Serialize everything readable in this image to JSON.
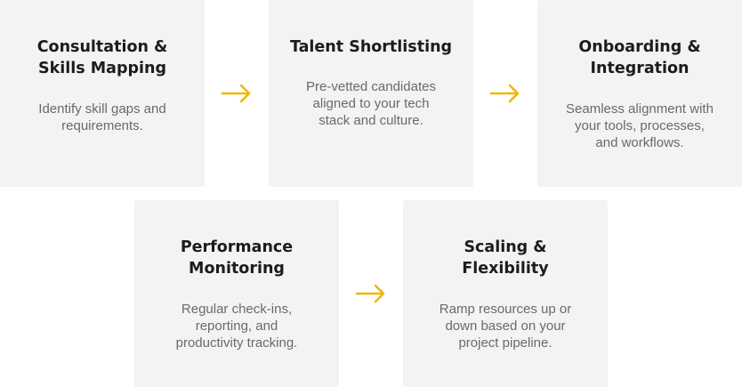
{
  "steps": [
    {
      "title": "Consultation &\nSkills Mapping",
      "description": "Identify skill gaps and\nrequirements."
    },
    {
      "title": "Talent Shortlisting",
      "description": "Pre-vetted candidates\naligned to your tech\nstack and culture."
    },
    {
      "title": "Onboarding &\nIntegration",
      "description": "Seamless alignment with\nyour tools, processes,\nand workflows."
    },
    {
      "title": "Performance\nMonitoring",
      "description": "Regular check-ins,\nreporting, and\nproductivity tracking."
    },
    {
      "title": "Scaling &\nFlexibility",
      "description": "Ramp resources up or\ndown based on your\nproject pipeline."
    }
  ],
  "colors": {
    "card_background": "#f3f3f3",
    "arrow": "#f2b705",
    "title_text": "#1c1c1c",
    "description_text": "#6a6a6a"
  },
  "icons": {
    "arrow": "arrow-right-icon"
  }
}
